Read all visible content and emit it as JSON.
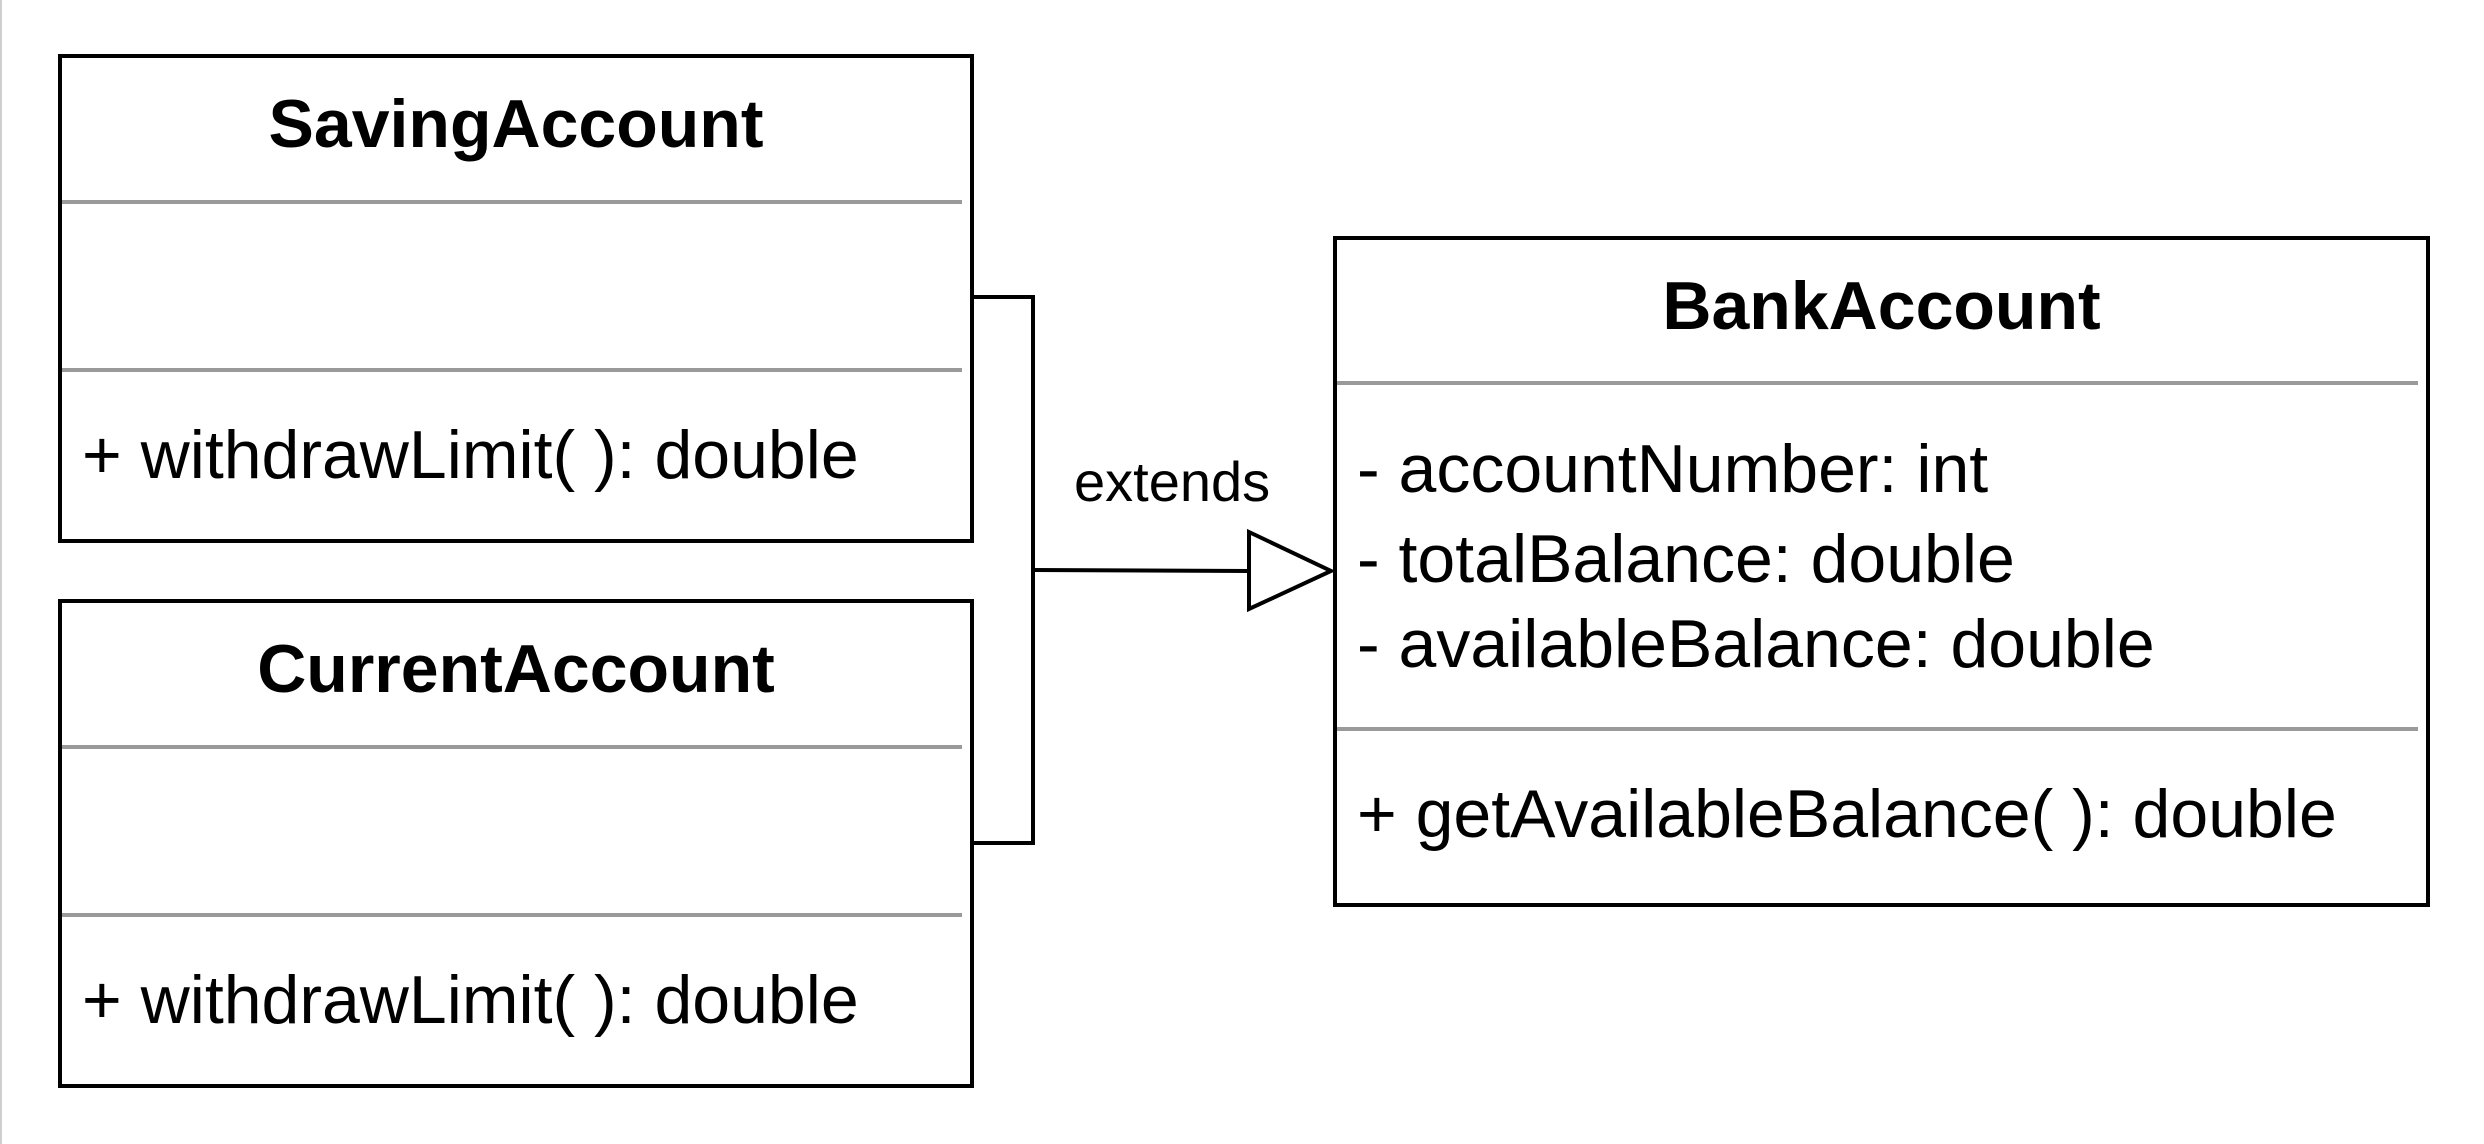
{
  "diagram": {
    "classes": {
      "saving": {
        "name": "SavingAccount",
        "attributes": [],
        "methods": [
          "+ withdrawLimit( ): double"
        ]
      },
      "current": {
        "name": "CurrentAccount",
        "attributes": [],
        "methods": [
          "+ withdrawLimit( ): double"
        ]
      },
      "bank": {
        "name": "BankAccount",
        "attributes": [
          "- accountNumber: int",
          "- totalBalance: double",
          "- availableBalance: double"
        ],
        "methods": [
          "+ getAvailableBalance( ): double"
        ]
      }
    },
    "relationship": {
      "type": "generalization",
      "label": "extends",
      "sources": [
        "SavingAccount",
        "CurrentAccount"
      ],
      "target": "BankAccount"
    },
    "colors": {
      "border": "#000000",
      "divider": "#9a9a9a"
    }
  }
}
